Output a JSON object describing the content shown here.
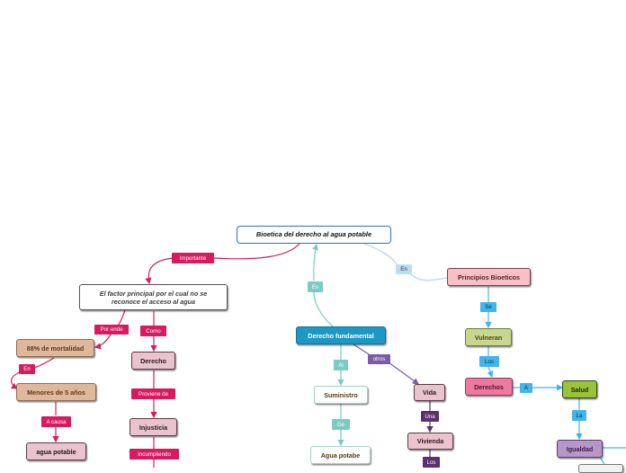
{
  "colors": {
    "magenta": "#d81b60",
    "teal": "#7ccbc3",
    "teal_dark": "#1b98c4",
    "purple": "#7b5aa6",
    "plum": "#5c2f6e",
    "light_blue": "#bcdcf2",
    "cyan": "#41b4e8"
  },
  "nodes": {
    "root": "Bioetica del  derecho al agua potable",
    "factor": "El factor principal por el cual no se reconoce el acceso al agua",
    "mortalidad": "88% de mortalidad",
    "menores": "Menores de 5 años",
    "agua_potable_left": "agua potable",
    "derecho": "Derecho",
    "injusticia": "Injusticia",
    "derecho_fundamental": "Derecho fundamental",
    "suministro": "Suministro",
    "agua_potable_mid": "Agua potabe",
    "vida": "Vida",
    "vivienda": "Vivienda",
    "principios": "Principios Bioeticos",
    "vulneran": "Vulneran",
    "derechos": "Derechos",
    "salud": "Salud",
    "igualdad": "Igualdad"
  },
  "labels": {
    "importante": "Importante",
    "por_ende": "Por ende",
    "como": "Como",
    "en_left": "En",
    "a_causa": "A causa",
    "proviene": "Proviene de",
    "incumpliendo": "Incumpliendo",
    "es": "Es",
    "al": "Al",
    "de": "De",
    "otros": "otros",
    "una": "Una",
    "los_vida": "Los",
    "en_right": "En",
    "se": "Se",
    "los_vulneran": "Los",
    "a": "A",
    "la": "La"
  }
}
